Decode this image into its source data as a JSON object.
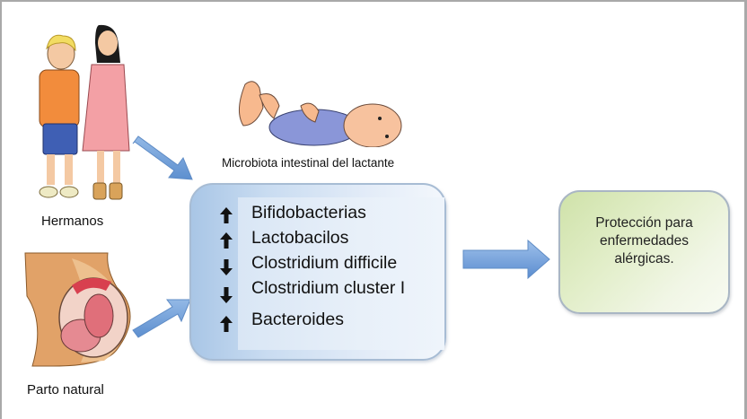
{
  "diagram": {
    "sources": [
      {
        "id": "siblings",
        "label": "Hermanos",
        "icon": "siblings-illustration"
      },
      {
        "id": "natural-birth",
        "label": "Parto natural",
        "icon": "pregnant-woman-illustration"
      }
    ],
    "infant": {
      "label": "Microbiota intestinal del lactante",
      "icon": "baby-illustration"
    },
    "microbiota": [
      {
        "name": "Bifidobacterias",
        "trend": "up"
      },
      {
        "name": "Lactobacilos",
        "trend": "up"
      },
      {
        "name": "Clostridium difficile",
        "trend": "down"
      },
      {
        "name": "Clostridium cluster I",
        "trend": "down"
      },
      {
        "name": "Bacteroides",
        "trend": "up"
      }
    ],
    "outcome": {
      "lines": [
        "Protección para",
        "enfermedades",
        "alérgicas."
      ]
    },
    "colors": {
      "arrow_blue": "#6f9fd8",
      "microbiota_box": "#c9dcf1",
      "outcome_box": "#dcebbd"
    }
  }
}
